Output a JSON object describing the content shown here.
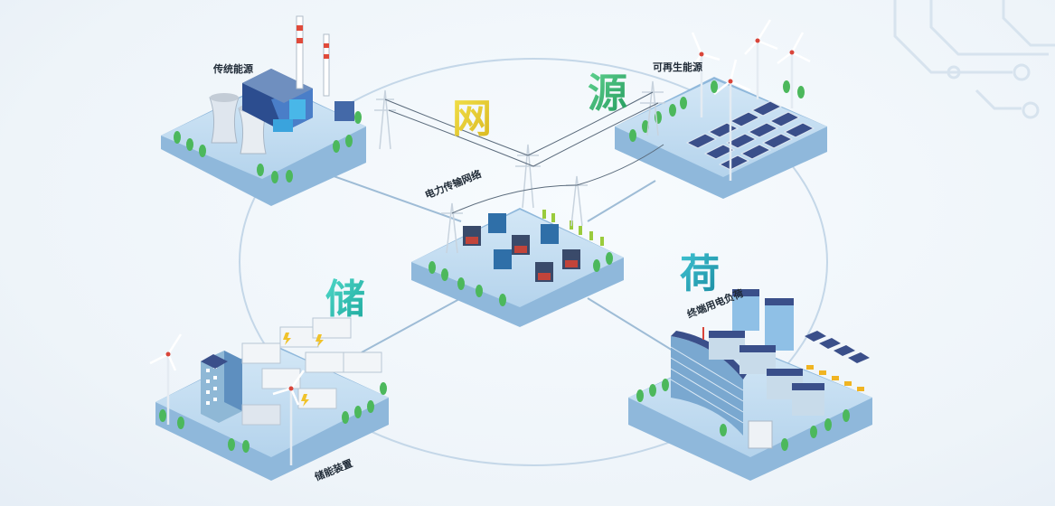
{
  "diagram": {
    "big_chars": {
      "wang": "网",
      "yuan": "源",
      "chu": "储",
      "he": "荷"
    },
    "labels": {
      "traditional_energy": "传统能源",
      "renewable_energy": "可再生能源",
      "transmission_network": "电力传输网络",
      "storage_device": "储能装置",
      "end_user_load": "终端用电负荷"
    },
    "colors": {
      "wang": "#e8d23a",
      "yuan": "#3cb87a",
      "chu": "#36c4b8",
      "he": "#2aa6b8",
      "platform_top": "#bcd9ef",
      "platform_side": "#8fb8db",
      "tree": "#4cb85c",
      "panel": "#3a4f8a",
      "building": "#7fb6e0"
    }
  }
}
